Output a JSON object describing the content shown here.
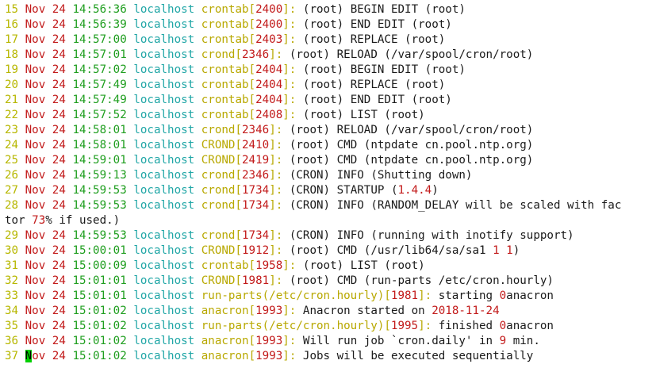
{
  "terminal": {
    "lines": [
      {
        "ln": "15",
        "date": "Nov 24",
        "time": "14:56:36",
        "host": "localhost",
        "proc": "crontab",
        "pid": "2400",
        "msg": " (root) BEGIN EDIT (root)"
      },
      {
        "ln": "16",
        "date": "Nov 24",
        "time": "14:56:39",
        "host": "localhost",
        "proc": "crontab",
        "pid": "2400",
        "msg": " (root) END EDIT (root)"
      },
      {
        "ln": "17",
        "date": "Nov 24",
        "time": "14:57:00",
        "host": "localhost",
        "proc": "crontab",
        "pid": "2403",
        "msg": " (root) REPLACE (root)"
      },
      {
        "ln": "18",
        "date": "Nov 24",
        "time": "14:57:01",
        "host": "localhost",
        "proc": "crond",
        "pid": "2346",
        "msg": " (root) RELOAD (/var/spool/cron/root)"
      },
      {
        "ln": "19",
        "date": "Nov 24",
        "time": "14:57:02",
        "host": "localhost",
        "proc": "crontab",
        "pid": "2404",
        "msg": " (root) BEGIN EDIT (root)"
      },
      {
        "ln": "20",
        "date": "Nov 24",
        "time": "14:57:49",
        "host": "localhost",
        "proc": "crontab",
        "pid": "2404",
        "msg": " (root) REPLACE (root)"
      },
      {
        "ln": "21",
        "date": "Nov 24",
        "time": "14:57:49",
        "host": "localhost",
        "proc": "crontab",
        "pid": "2404",
        "msg": " (root) END EDIT (root)"
      },
      {
        "ln": "22",
        "date": "Nov 24",
        "time": "14:57:52",
        "host": "localhost",
        "proc": "crontab",
        "pid": "2408",
        "msg": " (root) LIST (root)"
      },
      {
        "ln": "23",
        "date": "Nov 24",
        "time": "14:58:01",
        "host": "localhost",
        "proc": "crond",
        "pid": "2346",
        "msg": " (root) RELOAD (/var/spool/cron/root)"
      },
      {
        "ln": "24",
        "date": "Nov 24",
        "time": "14:58:01",
        "host": "localhost",
        "proc": "CROND",
        "pid": "2410",
        "msg": " (root) CMD (ntpdate cn.pool.ntp.org)"
      },
      {
        "ln": "25",
        "date": "Nov 24",
        "time": "14:59:01",
        "host": "localhost",
        "proc": "CROND",
        "pid": "2419",
        "msg": " (root) CMD (ntpdate cn.pool.ntp.org)"
      },
      {
        "ln": "26",
        "date": "Nov 24",
        "time": "14:59:13",
        "host": "localhost",
        "proc": "crond",
        "pid": "2346",
        "msg": " (CRON) INFO (Shutting down)"
      },
      {
        "ln": "27",
        "date": "Nov 24",
        "time": "14:59:53",
        "host": "localhost",
        "proc": "crond",
        "pid": "1734",
        "msg": " (CRON) STARTUP (",
        "msg_num": "1.4.4",
        "msg_after": ")"
      },
      {
        "ln": "28",
        "date": "Nov 24",
        "time": "14:59:53",
        "host": "localhost",
        "proc": "crond",
        "pid": "1734",
        "msg": " (CRON) INFO (RANDOM_DELAY will be scaled with fac"
      },
      {
        "wrap": "tor ",
        "wrap_num": "73",
        "wrap_after": "% if used.)"
      },
      {
        "ln": "29",
        "date": "Nov 24",
        "time": "14:59:53",
        "host": "localhost",
        "proc": "crond",
        "pid": "1734",
        "msg": " (CRON) INFO (running with inotify support)"
      },
      {
        "ln": "30",
        "date": "Nov 24",
        "time": "15:00:01",
        "host": "localhost",
        "proc": "CROND",
        "pid": "1912",
        "msg": " (root) CMD (/usr/lib64/sa/sa1 ",
        "msg_num": "1 1",
        "msg_after": ")"
      },
      {
        "ln": "31",
        "date": "Nov 24",
        "time": "15:00:09",
        "host": "localhost",
        "proc": "crontab",
        "pid": "1958",
        "msg": " (root) LIST (root)"
      },
      {
        "ln": "32",
        "date": "Nov 24",
        "time": "15:01:01",
        "host": "localhost",
        "proc": "CROND",
        "pid": "1981",
        "msg": " (root) CMD (run-parts /etc/cron.hourly)"
      },
      {
        "ln": "33",
        "date": "Nov 24",
        "time": "15:01:01",
        "host": "localhost",
        "proc": "run-parts(/etc/cron.hourly)",
        "pid": "1981",
        "msg": " starting ",
        "msg_num": "0",
        "msg_after": "anacron"
      },
      {
        "ln": "34",
        "date": "Nov 24",
        "time": "15:01:02",
        "host": "localhost",
        "proc": "anacron",
        "pid": "1993",
        "msg": " Anacron started on ",
        "msg_num": "2018-11-24",
        "msg_after": ""
      },
      {
        "ln": "35",
        "date": "Nov 24",
        "time": "15:01:02",
        "host": "localhost",
        "proc": "run-parts(/etc/cron.hourly)",
        "pid": "1995",
        "msg": " finished ",
        "msg_num": "0",
        "msg_after": "anacron"
      },
      {
        "ln": "36",
        "date": "Nov 24",
        "time": "15:01:02",
        "host": "localhost",
        "proc": "anacron",
        "pid": "1993",
        "msg": " Will run job `cron.daily' in ",
        "msg_num": "9",
        "msg_after": " min."
      },
      {
        "ln": "37",
        "date": "Nov 24",
        "time": "15:01:02",
        "host": "localhost",
        "proc": "anacron",
        "pid": "1993",
        "msg": " Jobs will be executed sequentially",
        "cursor": true
      }
    ]
  }
}
